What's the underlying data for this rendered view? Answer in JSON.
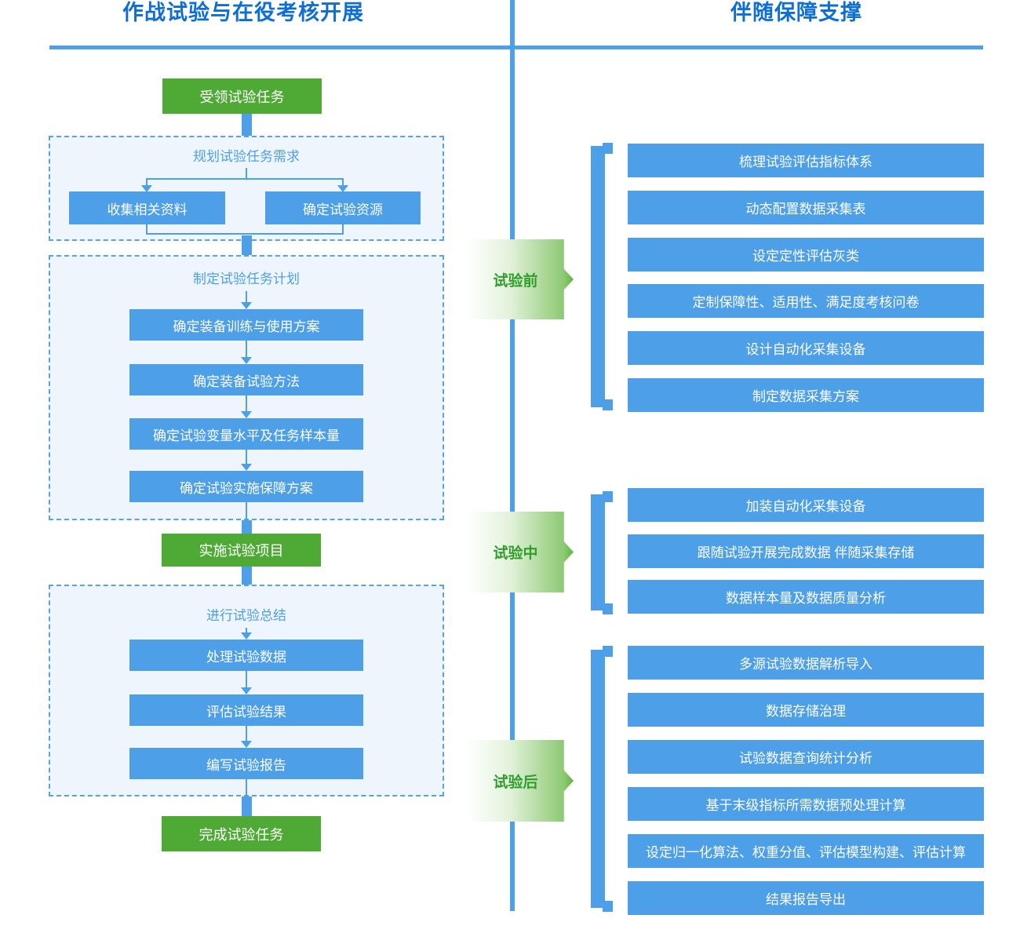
{
  "colors": {
    "accent_blue": "#4d9fe8",
    "header_blue": "#0d6fd6",
    "box_green": "#4fa935",
    "panel_fill": "#eef5fd",
    "phase_text_green": "#2f9e2b"
  },
  "header": {
    "left_title": "作战试验与在役考核开展",
    "right_title": "伴随保障支撑"
  },
  "left_flow": {
    "start": "受领试验任务",
    "group1": {
      "title": "规划试验任务需求",
      "left_box": "收集相关资料",
      "right_box": "确定试验资源"
    },
    "group2": {
      "title": "制定试验任务计划",
      "steps": [
        "确定装备训练与使用方案",
        "确定装备试验方法",
        "确定试验变量水平及任务样本量",
        "确定试验实施保障方案"
      ]
    },
    "middle": "实施试验项目",
    "group3": {
      "title": "进行试验总结",
      "steps": [
        "处理试验数据",
        "评估试验结果",
        "编写试验报告"
      ]
    },
    "end": "完成试验任务"
  },
  "phases": [
    {
      "label": "试验前",
      "items": [
        "梳理试验评估指标体系",
        "动态配置数据采集表",
        "设定定性评估灰类",
        "定制保障性、适用性、满足度考核问卷",
        "设计自动化采集设备",
        "制定数据采集方案"
      ]
    },
    {
      "label": "试验中",
      "items": [
        "加装自动化采集设备",
        "跟随试验开展完成数据 伴随采集存储",
        "数据样本量及数据质量分析"
      ]
    },
    {
      "label": "试验后",
      "items": [
        "多源试验数据解析导入",
        "数据存储治理",
        "试验数据查询统计分析",
        "基于末级指标所需数据预处理计算",
        "设定归一化算法、权重分值、评估模型构建、评估计算",
        "结果报告导出"
      ]
    }
  ]
}
